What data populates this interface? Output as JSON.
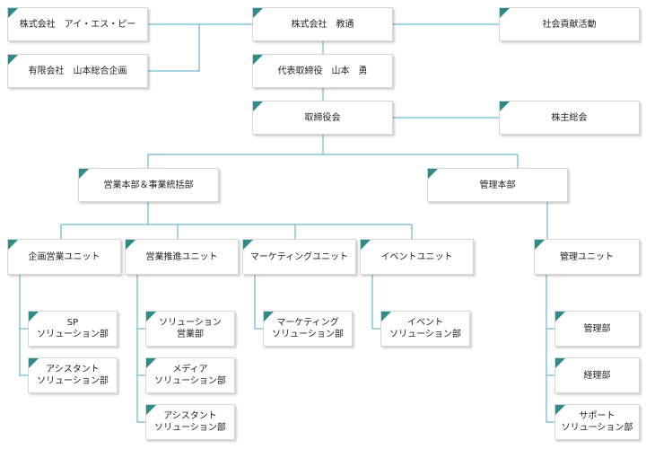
{
  "accent_color": "#2f8a8a",
  "line_color": "#4aa8c8",
  "nodes": {
    "company_aisp": "株式会社　アイ・エス・ピー",
    "company_yamamoto": "有限会社　山本総合企画",
    "company_kyotsu": "株式会社　教通",
    "social_contribution": "社会貢献活動",
    "representative_director": "代表取締役　山本　勇",
    "board_of_directors": "取締役会",
    "shareholders_meeting": "株主総会",
    "sales_hq_division": "営業本部＆事業統括部",
    "management_hq": "管理本部",
    "planning_sales_unit": "企画営業ユニット",
    "sales_promotion_unit": "営業推進ユニット",
    "marketing_unit": "マーケティングユニット",
    "event_unit": "イベントユニット",
    "management_unit": "管理ユニット",
    "sp_solution_dept": "SP\nソリューション部",
    "assistant_solution_dept_1": "アシスタント\nソリューション部",
    "solution_sales_dept": "ソリューション\n営業部",
    "media_solution_dept": "メディア\nソリューション部",
    "assistant_solution_dept_2": "アシスタント\nソリューション部",
    "marketing_solution_dept": "マーケティング\nソリューション部",
    "event_solution_dept": "イベント\nソリューション部",
    "admin_dept": "管理部",
    "accounting_dept": "経理部",
    "support_solution_dept": "サポート\nソリューション部"
  }
}
